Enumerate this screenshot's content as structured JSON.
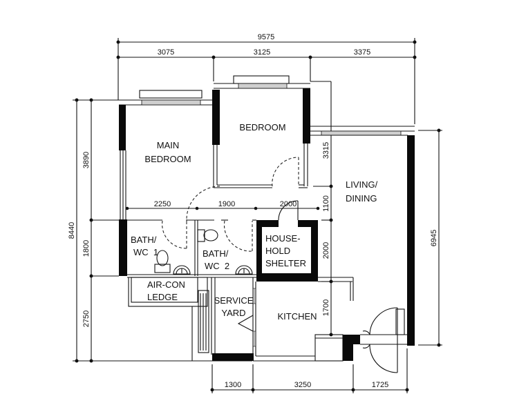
{
  "plan": {
    "dimensions": {
      "overall_width": "9575",
      "top_segments": [
        "3075",
        "3125",
        "3375"
      ],
      "overall_height": "8440",
      "left_segments": [
        "3890",
        "1800",
        "2750"
      ],
      "right_overall": "6945",
      "inner_right_segments": [
        "3315",
        "1100",
        "2000",
        "1700"
      ],
      "inner_horizontal_segments": [
        "2250",
        "1900",
        "2000"
      ],
      "bottom_segments": [
        "1300",
        "3250",
        "1725"
      ]
    },
    "rooms": {
      "main_bedroom": [
        "MAIN",
        "BEDROOM"
      ],
      "bedroom": "BEDROOM",
      "living_dining": [
        "LIVING/",
        "DINING"
      ],
      "bath_wc1": [
        "BATH/",
        "WC  1"
      ],
      "bath_wc2": [
        "BATH/",
        "WC  2"
      ],
      "household_shelter": [
        "HOUSE-",
        "HOLD",
        "SHELTER"
      ],
      "aircon_ledge": [
        "AIR-CON",
        "LEDGE"
      ],
      "service_yard": [
        "SERVICE",
        "YARD"
      ],
      "kitchen": "KITCHEN"
    },
    "colors": {
      "wall": "#0a0a0a",
      "line": "#111111",
      "background": "#ffffff"
    }
  }
}
